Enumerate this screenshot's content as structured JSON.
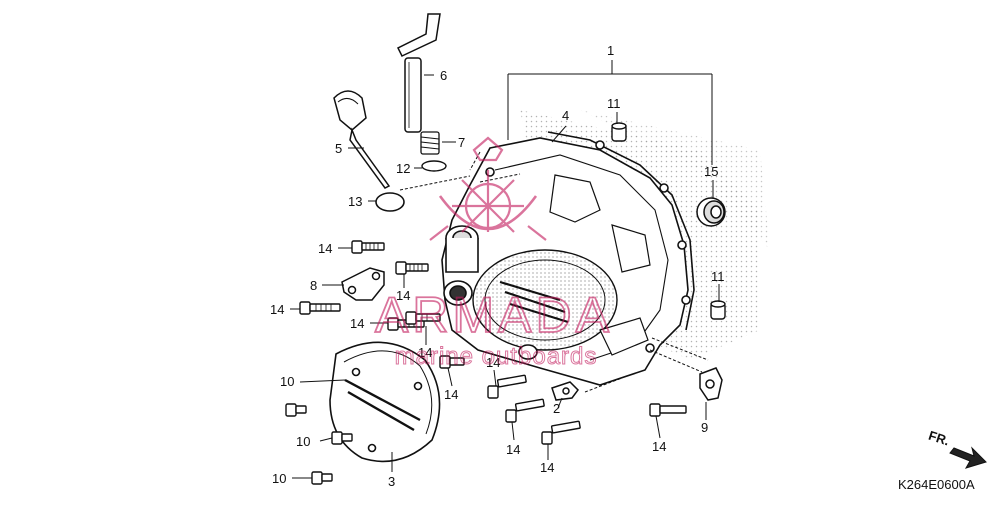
{
  "diagram": {
    "callouts": [
      {
        "id": "c1",
        "text": "1"
      },
      {
        "id": "c2",
        "text": "2"
      },
      {
        "id": "c3",
        "text": "3"
      },
      {
        "id": "c4",
        "text": "4"
      },
      {
        "id": "c5",
        "text": "5"
      },
      {
        "id": "c6",
        "text": "6"
      },
      {
        "id": "c7",
        "text": "7"
      },
      {
        "id": "c8",
        "text": "8"
      },
      {
        "id": "c9",
        "text": "9"
      },
      {
        "id": "c10a",
        "text": "10"
      },
      {
        "id": "c10b",
        "text": "10"
      },
      {
        "id": "c10c",
        "text": "10"
      },
      {
        "id": "c11a",
        "text": "11"
      },
      {
        "id": "c11b",
        "text": "11"
      },
      {
        "id": "c12",
        "text": "12"
      },
      {
        "id": "c13",
        "text": "13"
      },
      {
        "id": "c14a",
        "text": "14"
      },
      {
        "id": "c14b",
        "text": "14"
      },
      {
        "id": "c14c",
        "text": "14"
      },
      {
        "id": "c14d",
        "text": "14"
      },
      {
        "id": "c14e",
        "text": "14"
      },
      {
        "id": "c14f",
        "text": "14"
      },
      {
        "id": "c14g",
        "text": "14"
      },
      {
        "id": "c14h",
        "text": "14"
      },
      {
        "id": "c14i",
        "text": "14"
      },
      {
        "id": "c14j",
        "text": "14"
      },
      {
        "id": "c15",
        "text": "15"
      }
    ],
    "direction_label": "FR.",
    "diagram_code": "K264E0600A",
    "watermark": {
      "brand": "ARMADA",
      "tagline": "marine outboards",
      "color": "#c2185b"
    },
    "colors": {
      "ink": "#111111",
      "stipple": "#9a9a9a"
    }
  }
}
